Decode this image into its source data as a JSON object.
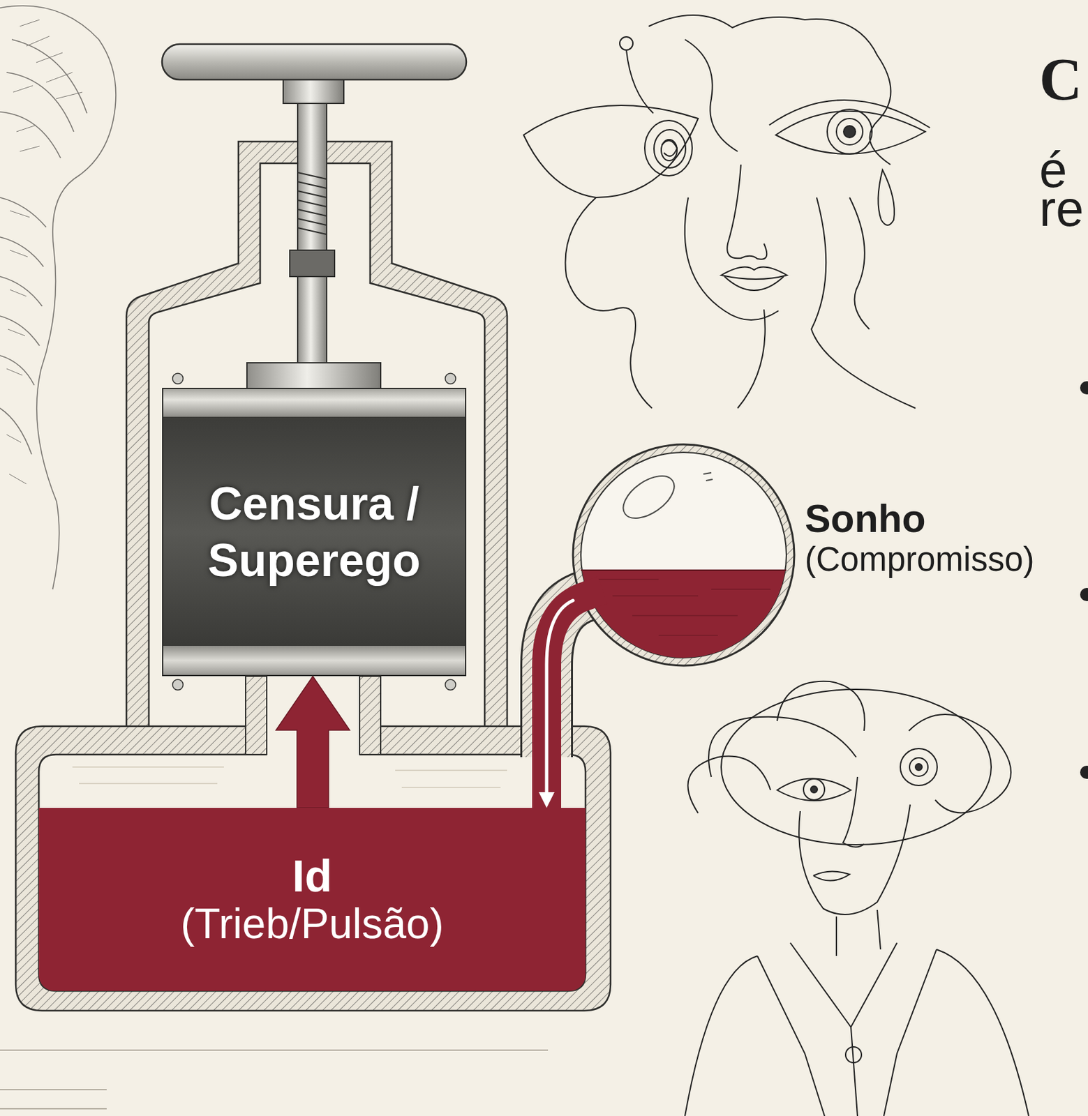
{
  "diagram": {
    "nodes": [
      {
        "text": [
          "Censura / Superego"
        ]
      },
      {
        "text": [
          "Sonho",
          "(Compromisso)"
        ]
      },
      {
        "text": [
          "Id",
          "(Trieb/Pulsão)"
        ]
      }
    ],
    "edges": [
      {
        "from": 2,
        "to": 0,
        "arrow": "to"
      },
      {
        "from": 1,
        "to": 2,
        "arrow": "to"
      }
    ],
    "labels": [
      "C",
      "é",
      "re"
    ]
  }
}
